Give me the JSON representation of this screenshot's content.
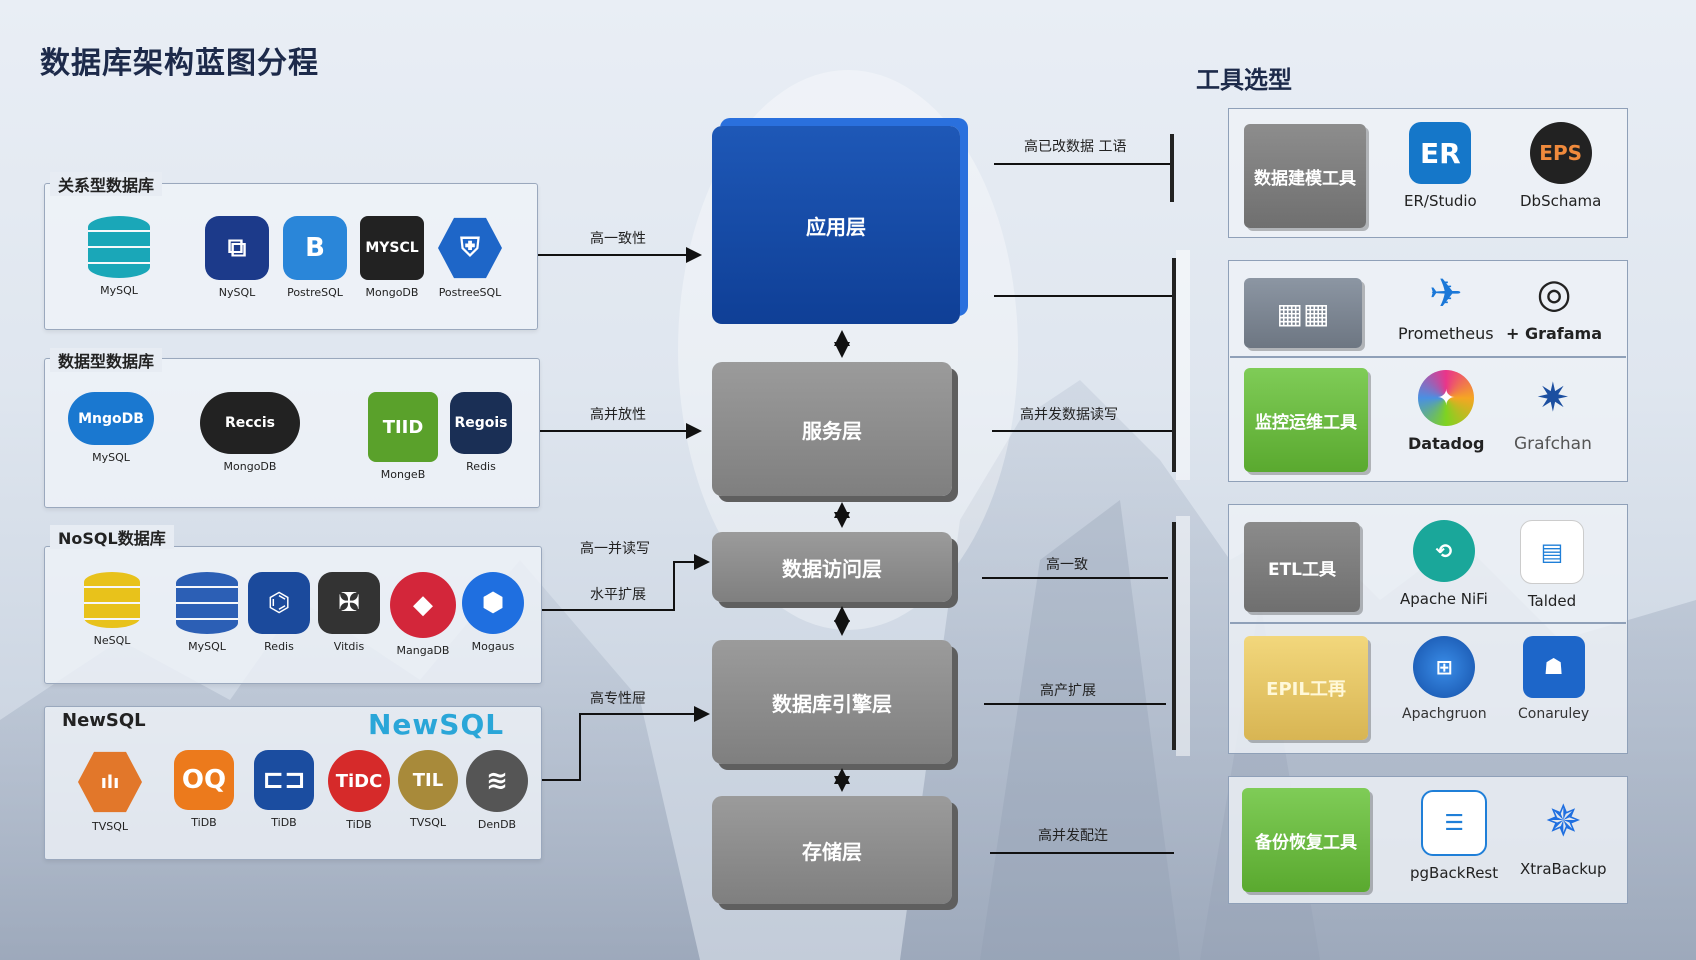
{
  "title": "数据库架构蓝图分程",
  "tools_title": "工具选型",
  "categories": {
    "relational": {
      "label": "关系型数据库",
      "items": [
        {
          "caption": "MySQL",
          "icon": "db-cylinder-icon",
          "color": "#1aa7b8"
        },
        {
          "caption": "NySQL",
          "icon": "hex-logo-icon",
          "color": "#1c3a8a",
          "glyph": "⧉"
        },
        {
          "caption": "PostreSQL",
          "icon": "cube-logo-icon",
          "color": "#2a86d9",
          "glyph": "B"
        },
        {
          "caption": "MongoDB",
          "icon": "mysql-tile-icon",
          "color": "#222",
          "glyph": "MYSCL"
        },
        {
          "caption": "PostreeSQL",
          "icon": "shield-logo-icon",
          "color": "#1e66c8",
          "glyph": "⛨"
        }
      ]
    },
    "data": {
      "label": "数据型数据库",
      "items": [
        {
          "caption": "MySQL",
          "icon": "mongodb-badge-icon",
          "color": "#1a78d0",
          "glyph": "MngoDB"
        },
        {
          "caption": "MongoDB",
          "icon": "reccis-badge-icon",
          "color": "#222",
          "glyph": "Reccis"
        },
        {
          "caption": "MongeB",
          "icon": "tiid-logo-icon",
          "color": "#5aa12b",
          "glyph": "TIID"
        },
        {
          "caption": "Redis",
          "icon": "regois-logo-icon",
          "color": "#1a2f55",
          "glyph": "Regois"
        }
      ]
    },
    "nosql": {
      "label": "NoSQL数据库",
      "items": [
        {
          "caption": "NeSQL",
          "icon": "yellow-db-icon",
          "color": "#e8c21b"
        },
        {
          "caption": "MySQL",
          "icon": "blue-db-icon",
          "color": "#2c5fb5"
        },
        {
          "caption": "Redis",
          "icon": "hex-network-icon",
          "color": "#1b4a9c",
          "glyph": "⌬"
        },
        {
          "caption": "Vitdis",
          "icon": "dark-hex-icon",
          "color": "#333",
          "glyph": "✠"
        },
        {
          "caption": "MangaDB",
          "icon": "target-ring-icon",
          "color": "#d3263a",
          "glyph": "◆"
        },
        {
          "caption": "Mogaus",
          "icon": "blue-hexagon-icon",
          "color": "#1f6fe0",
          "glyph": "⬢"
        }
      ]
    },
    "newsql": {
      "label": "NewSQL",
      "wordmark": "NewSQL",
      "items": [
        {
          "caption": "TVSQL",
          "icon": "orange-hex-icon",
          "color": "#e2772a",
          "glyph": "ılı"
        },
        {
          "caption": "TiDB",
          "icon": "orange-hexagon-icon",
          "color": "#ec7a1c",
          "glyph": "OQ"
        },
        {
          "caption": "TiDB",
          "icon": "navy-hexagon-icon",
          "color": "#1b4da0",
          "glyph": "⊏⊐"
        },
        {
          "caption": "TiDB",
          "icon": "red-circle-icon",
          "color": "#d62a2a",
          "glyph": "TiDC"
        },
        {
          "caption": "TVSQL",
          "icon": "gold-circle-icon",
          "color": "#a88a3a",
          "glyph": "TIL"
        },
        {
          "caption": "DenDB",
          "icon": "gray-stack-icon",
          "color": "#555",
          "glyph": "≋"
        }
      ]
    }
  },
  "layers": {
    "app": "应用层",
    "service": "服务层",
    "access": "数据访问层",
    "engine": "数据库引擎层",
    "storage": "存储层"
  },
  "edges_left": {
    "e1": "高一致性",
    "e2": "高并放性",
    "e3a": "高一并读写",
    "e3b": "水平扩展",
    "e4": "高专性屉"
  },
  "edges_right": {
    "r1": "高已改数据 工语",
    "r2": "高并发数据读写",
    "r3": "高一致",
    "r4": "高产扩展",
    "r5": "高并发配迕"
  },
  "tools": {
    "modeling": {
      "block": "数据建模工具",
      "t1": "ER/Studio",
      "t2": "DbSchama"
    },
    "monitor": {
      "block": "监控运维工具",
      "t1": "Prometheus",
      "t2": "+ Grafama",
      "t3": "Datadog",
      "t4": "Grafchan"
    },
    "etl": {
      "block": "ETL工具",
      "t1": "Apache NiFi",
      "t2": "Talded",
      "t3": "Apachgruon",
      "t4": "Conaruley",
      "block2": "EPIL工再"
    },
    "backup": {
      "block": "备份恢复工具",
      "t1": "pgBackRest",
      "t2": "XtraBackup"
    }
  }
}
